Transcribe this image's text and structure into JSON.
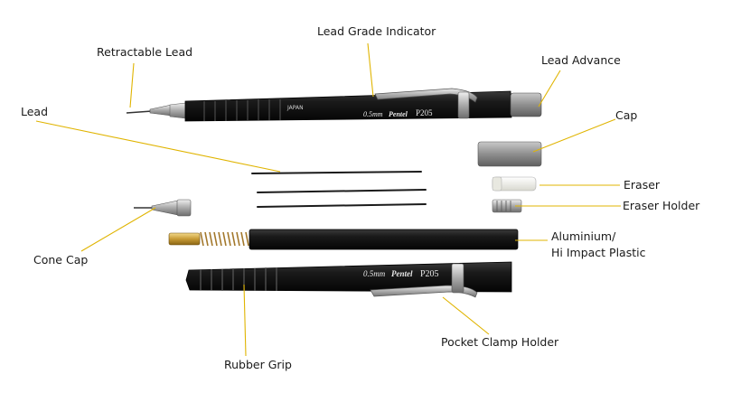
{
  "labels": {
    "retractable_lead": "Retractable Lead",
    "lead_grade_indicator": "Lead Grade Indicator",
    "lead_advance": "Lead Advance",
    "lead": "Lead",
    "cap": "Cap",
    "eraser": "Eraser",
    "eraser_holder": "Eraser Holder",
    "cone_cap": "Cone Cap",
    "aluminium_line1": "Aluminium/",
    "aluminium_line2": "Hi Impact Plastic",
    "rubber_grip": "Rubber Grip",
    "pocket_clamp_holder": "Pocket Clamp Holder"
  },
  "pencil_markings": {
    "lead_size": "0.5mm",
    "brand": "Pentel",
    "model": "P205",
    "origin": "JAPAN"
  },
  "colors": {
    "leader": "#e0b400",
    "barrel": "#151515",
    "metal": "#b8b8b8",
    "spring": "#b8862e"
  }
}
